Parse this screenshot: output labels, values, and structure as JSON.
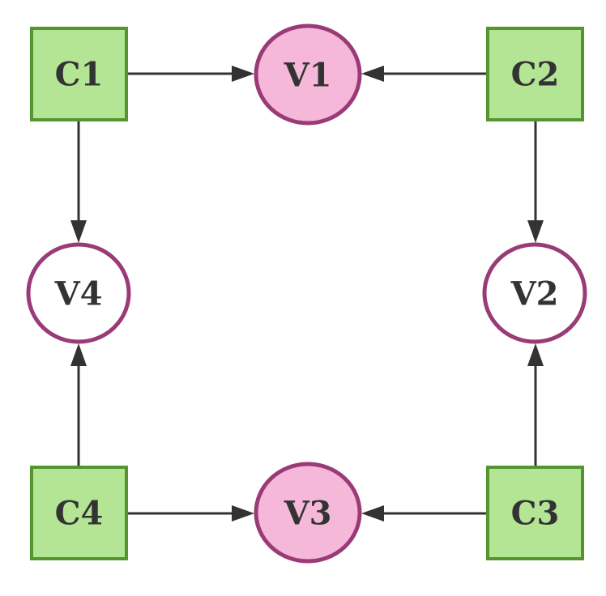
{
  "colors": {
    "c_fill": "#b3e595",
    "c_stroke": "#55952f",
    "v_stroke": "#9a3b78",
    "v_fill_highlight": "#f5b8d8",
    "v_fill_plain": "#ffffff",
    "edge": "#333333",
    "text": "#333333"
  },
  "nodes": {
    "c1": {
      "label": "C1",
      "shape": "square"
    },
    "c2": {
      "label": "C2",
      "shape": "square"
    },
    "c3": {
      "label": "C3",
      "shape": "square"
    },
    "c4": {
      "label": "C4",
      "shape": "square"
    },
    "v1": {
      "label": "V1",
      "shape": "circle",
      "highlighted": true
    },
    "v2": {
      "label": "V2",
      "shape": "circle",
      "highlighted": false
    },
    "v3": {
      "label": "V3",
      "shape": "circle",
      "highlighted": true
    },
    "v4": {
      "label": "V4",
      "shape": "circle",
      "highlighted": false
    }
  },
  "edges": [
    {
      "from": "C1",
      "to": "V1"
    },
    {
      "from": "C2",
      "to": "V1"
    },
    {
      "from": "C1",
      "to": "V4"
    },
    {
      "from": "C2",
      "to": "V2"
    },
    {
      "from": "C4",
      "to": "V4"
    },
    {
      "from": "C3",
      "to": "V2"
    },
    {
      "from": "C4",
      "to": "V3"
    },
    {
      "from": "C3",
      "to": "V3"
    }
  ]
}
